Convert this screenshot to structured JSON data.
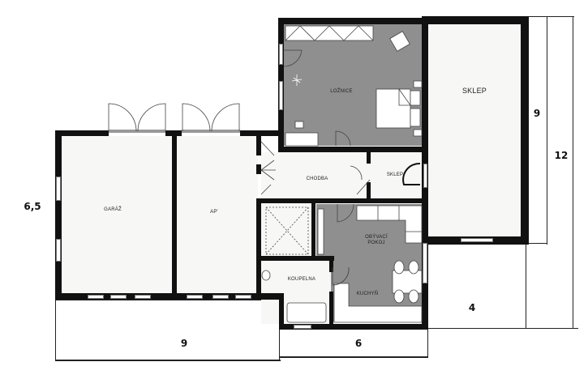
{
  "plan": {
    "rooms": [
      {
        "id": "garage",
        "label": "GARÁŽ"
      },
      {
        "id": "ap",
        "label": "AP'"
      },
      {
        "id": "bedroom",
        "label": "LOŽNICE"
      },
      {
        "id": "cellar_large",
        "label": "SKLEP"
      },
      {
        "id": "hallway",
        "label": "CHODBA"
      },
      {
        "id": "storage",
        "label": "SKLEP"
      },
      {
        "id": "living",
        "label_line1": "OBÝVACÍ",
        "label_line2": "POKOJ"
      },
      {
        "id": "bathroom",
        "label": "KOUPELNA"
      },
      {
        "id": "kitchen",
        "label": "KUCHYŇ"
      }
    ],
    "dimensions": {
      "left_height": "6,5",
      "bottom_left_width": "9",
      "bottom_middle_width": "6",
      "bottom_right_width": "4",
      "right_inner_height": "9",
      "right_outer_height": "12"
    },
    "colors": {
      "wall": "#111111",
      "floor_grey": "#8f8f8f",
      "floor_white": "#f7f7f5"
    }
  }
}
